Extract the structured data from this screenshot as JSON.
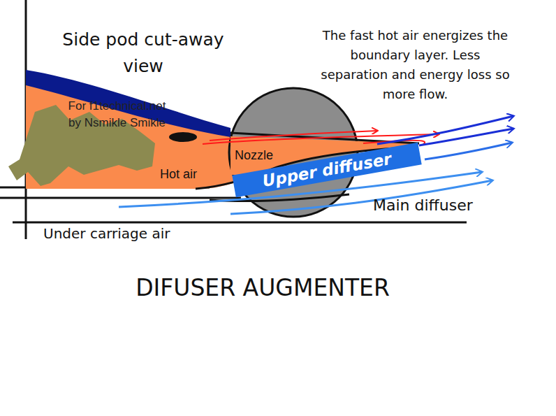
{
  "diagram": {
    "title": "DIFUSER AUGMENTER",
    "nodes": [
      {
        "text": [
          "Upper diffuser"
        ]
      }
    ],
    "labels": [
      "Side pod cut-away view",
      "The fast hot air energizes the boundary layer. Less separation and energy loss so more flow.",
      "For f1technical.net by Nsmikle Smikle",
      "Hot air",
      "Nozzle",
      "Main diffuser",
      "Under carriage air"
    ]
  }
}
